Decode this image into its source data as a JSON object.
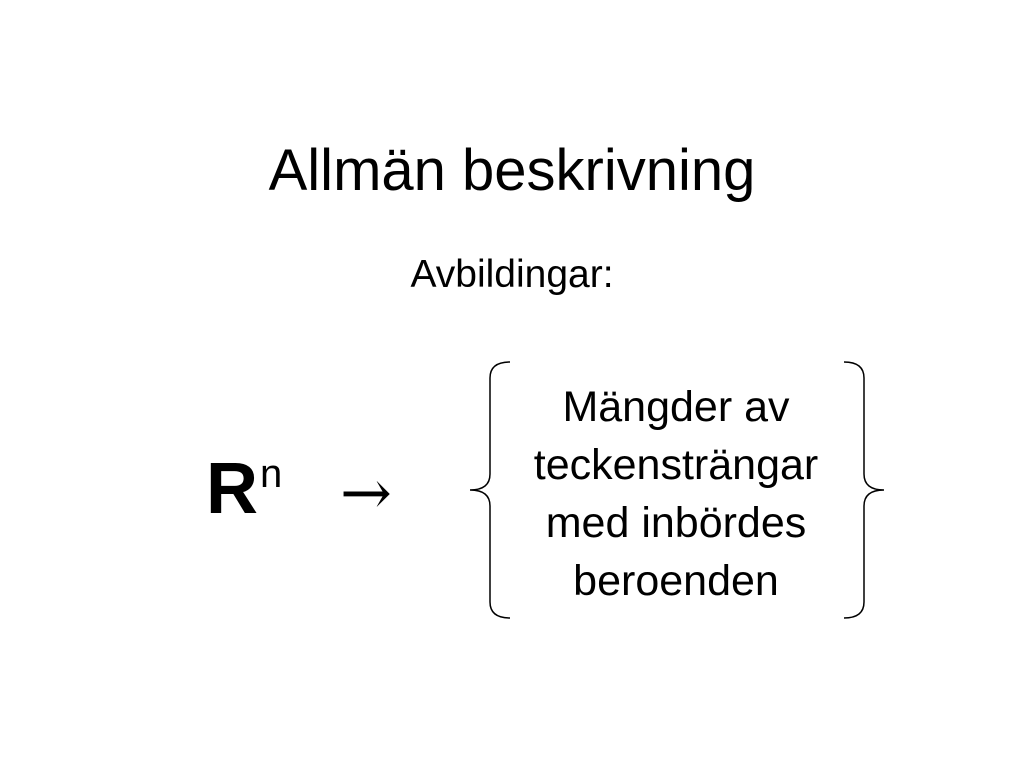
{
  "slide": {
    "title": "Allmän beskrivning",
    "subtitle": "Avbildingar:",
    "domain_symbol": {
      "base": "R",
      "exponent": "n"
    },
    "arrow": "→",
    "codomain_lines": [
      "Mängder av",
      "teckensträngar",
      "med inbördes",
      "beroenden"
    ]
  }
}
